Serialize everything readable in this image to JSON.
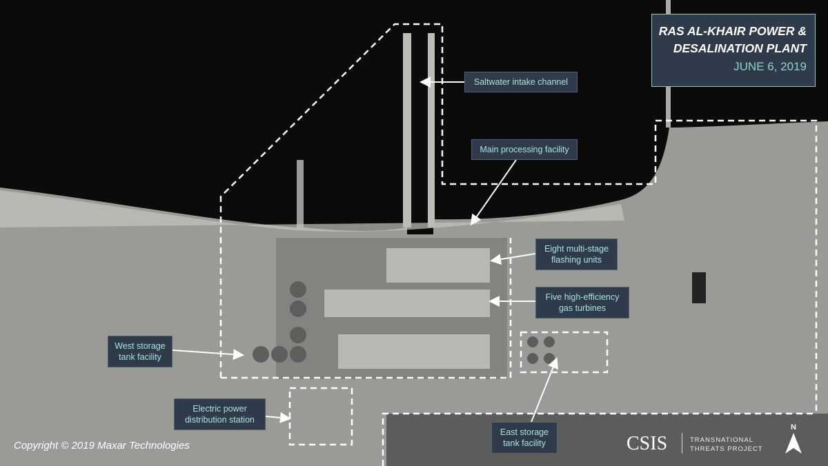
{
  "title": {
    "line1": "RAS AL-KHAIR POWER &",
    "line2": "DESALINATION PLANT",
    "date": "JUNE 6, 2019"
  },
  "labels": {
    "intake": "Saltwater intake channel",
    "processing": "Main processing facility",
    "flashing": "Eight multi-stage flashing units",
    "turbines": "Five high-efficiency gas turbines",
    "west_storage": "West storage tank facility",
    "electric": "Electric power distribution station",
    "east_storage": "East storage tank facility"
  },
  "credit": "Copyright © 2019 Maxar Technologies",
  "logo": {
    "csis": "CSIS",
    "project_line1": "TRANSNATIONAL",
    "project_line2": "THREATS PROJECT"
  },
  "north": "N",
  "colors": {
    "label_bg": "#2f3a4a",
    "label_text": "#a9e4dc",
    "sea": "#0b0b0b",
    "land": "#9a9a96"
  }
}
